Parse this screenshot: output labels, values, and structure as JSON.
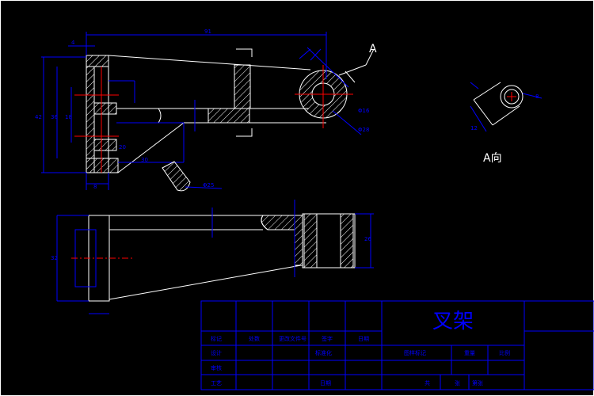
{
  "colors": {
    "background": "#000000",
    "outline": "#ffffff",
    "dimension": "#0000ff",
    "center_line": "#ff0000",
    "title_text": "#0000ff"
  },
  "labels": {
    "section_a": "A",
    "view_a": "A向",
    "part_name": "叉架"
  },
  "dimensions": {
    "overall_length": "91",
    "hole_dia": "Φ16",
    "boss_dia": "Φ28",
    "rib_dia": "Φ25",
    "height_left": "42",
    "depth": "36",
    "offset": "18",
    "width_small": "4",
    "rib_len": "20",
    "bottom_w": "30",
    "thick": "8",
    "front_h": "32",
    "front_w": "26",
    "view_a_dim": "8",
    "view_a_len": "12"
  },
  "title_block": {
    "row1": [
      "标记",
      "处数",
      "更改文件号",
      "签字",
      "日期"
    ],
    "row2_left": "设计",
    "row2_mid": "标准化",
    "row2_right": [
      "图样标记",
      "重量",
      "比例"
    ],
    "row3_left": "审核",
    "row4_left": "工艺",
    "row4_mid": "日期",
    "row4_right": [
      "共",
      "张",
      "第张"
    ]
  }
}
